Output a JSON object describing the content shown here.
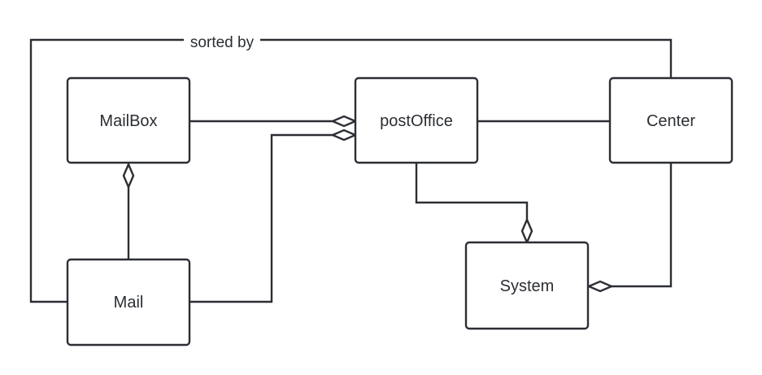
{
  "diagram": {
    "type": "class-diagram",
    "colors": {
      "stroke": "#2b2e33",
      "fill": "#ffffff",
      "text": "#2b2e33"
    },
    "nodes": {
      "mailbox": "MailBox",
      "postoffice": "postOffice",
      "center": "Center",
      "mail": "Mail",
      "system": "System"
    },
    "edges": [
      {
        "from": "MailBox",
        "to": "postOffice",
        "kind": "aggregation",
        "diamond_at": "postOffice"
      },
      {
        "from": "Mail",
        "to": "postOffice",
        "kind": "aggregation",
        "diamond_at": "postOffice"
      },
      {
        "from": "Mail",
        "to": "MailBox",
        "kind": "aggregation",
        "diamond_at": "MailBox"
      },
      {
        "from": "postOffice",
        "to": "Center",
        "kind": "association"
      },
      {
        "from": "postOffice",
        "to": "System",
        "kind": "aggregation",
        "diamond_at": "System"
      },
      {
        "from": "Center",
        "to": "System",
        "kind": "aggregation",
        "diamond_at": "System"
      },
      {
        "from": "Mail",
        "to": "Center",
        "kind": "association",
        "label": "sorted by"
      }
    ],
    "labels": {
      "sorted_by": "sorted by"
    }
  }
}
